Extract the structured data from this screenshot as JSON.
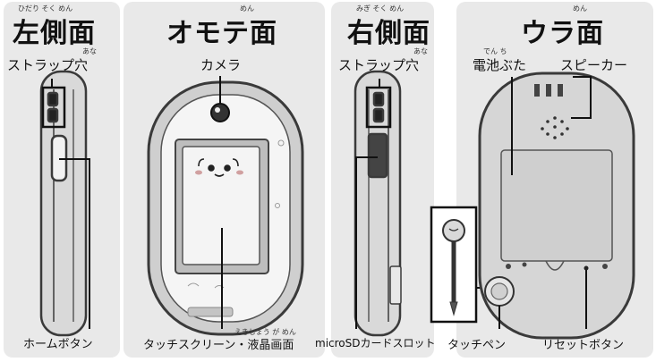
{
  "panels": {
    "left_side": {
      "title": "左側面",
      "title_ruby": "ひだり そく めん",
      "labels": {
        "strap_hole": "ストラップ穴",
        "strap_hole_ruby": "あな",
        "home_button": "ホームボタン"
      }
    },
    "front": {
      "title": "オモテ面",
      "title_ruby": "めん",
      "labels": {
        "camera": "カメラ",
        "touch_screen": "タッチスクリーン・液晶画面",
        "touch_screen_ruby": "えきしょう が めん"
      }
    },
    "right_side": {
      "title": "右側面",
      "title_ruby": "みぎ そく めん",
      "labels": {
        "strap_hole": "ストラップ穴",
        "strap_hole_ruby": "あな",
        "microsd_slot": "microSDカードスロット"
      }
    },
    "back": {
      "title": "ウラ面",
      "title_ruby": "めん",
      "labels": {
        "battery_cover": "電池ぶた",
        "battery_cover_ruby": "でん ち",
        "speaker": "スピーカー",
        "touch_pen": "タッチペン",
        "reset_button": "リセットボタン"
      }
    }
  },
  "colors": {
    "panel_background": "#e9e9e9",
    "device_body": "#d9d9d9",
    "device_outline": "#3a3a3a",
    "screen": "#f4f4f4"
  },
  "icons": [
    "camera-icon",
    "speaker-grill-icon",
    "touch-pen-icon",
    "character-face-icon"
  ]
}
